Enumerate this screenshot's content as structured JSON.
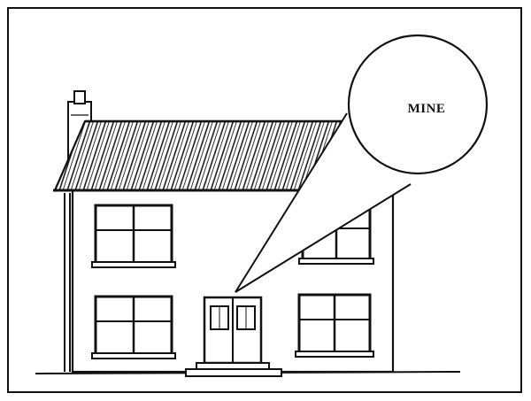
{
  "illustration": {
    "speech_bubble": {
      "text": "MINE"
    }
  },
  "colors": {
    "ink": "#111111",
    "paper": "#ffffff"
  },
  "icons": [
    "house-illustration",
    "chimney",
    "roof",
    "window",
    "door",
    "speech-bubble"
  ]
}
